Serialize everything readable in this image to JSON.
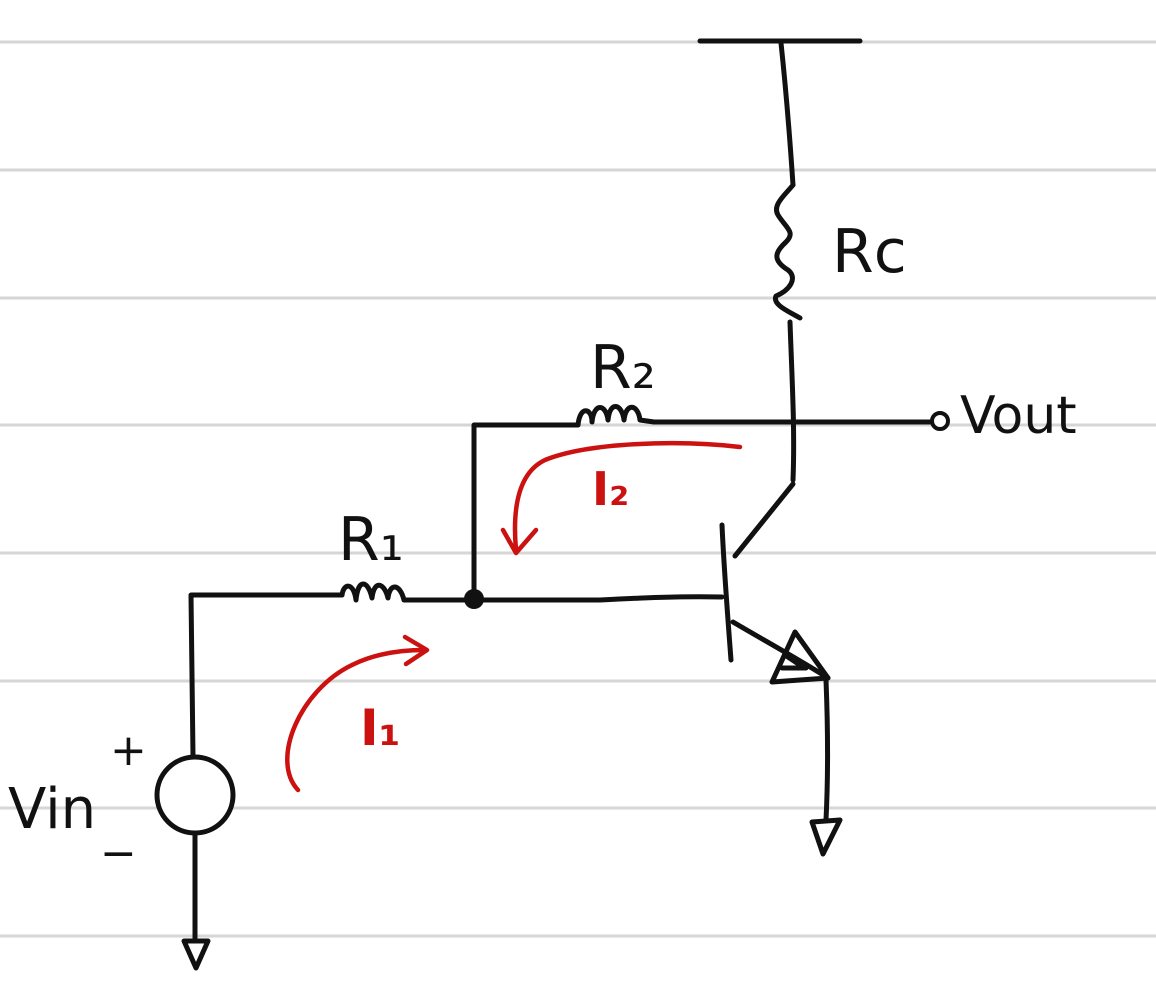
{
  "colors": {
    "ink": "#111111",
    "current": "#cc1111",
    "ruling": "#d6d6d6"
  },
  "labels": {
    "rc": "Rc",
    "r2": "R₂",
    "r1": "R₁",
    "vout": "Vout",
    "i1": "I₁",
    "i2": "I₂",
    "vin": "Vin",
    "plus": "+",
    "minus": "−"
  },
  "icons": [
    "resistor-icon",
    "voltage-source-icon",
    "ground-icon",
    "npn-transistor-icon",
    "output-terminal-icon",
    "junction-dot-icon"
  ]
}
